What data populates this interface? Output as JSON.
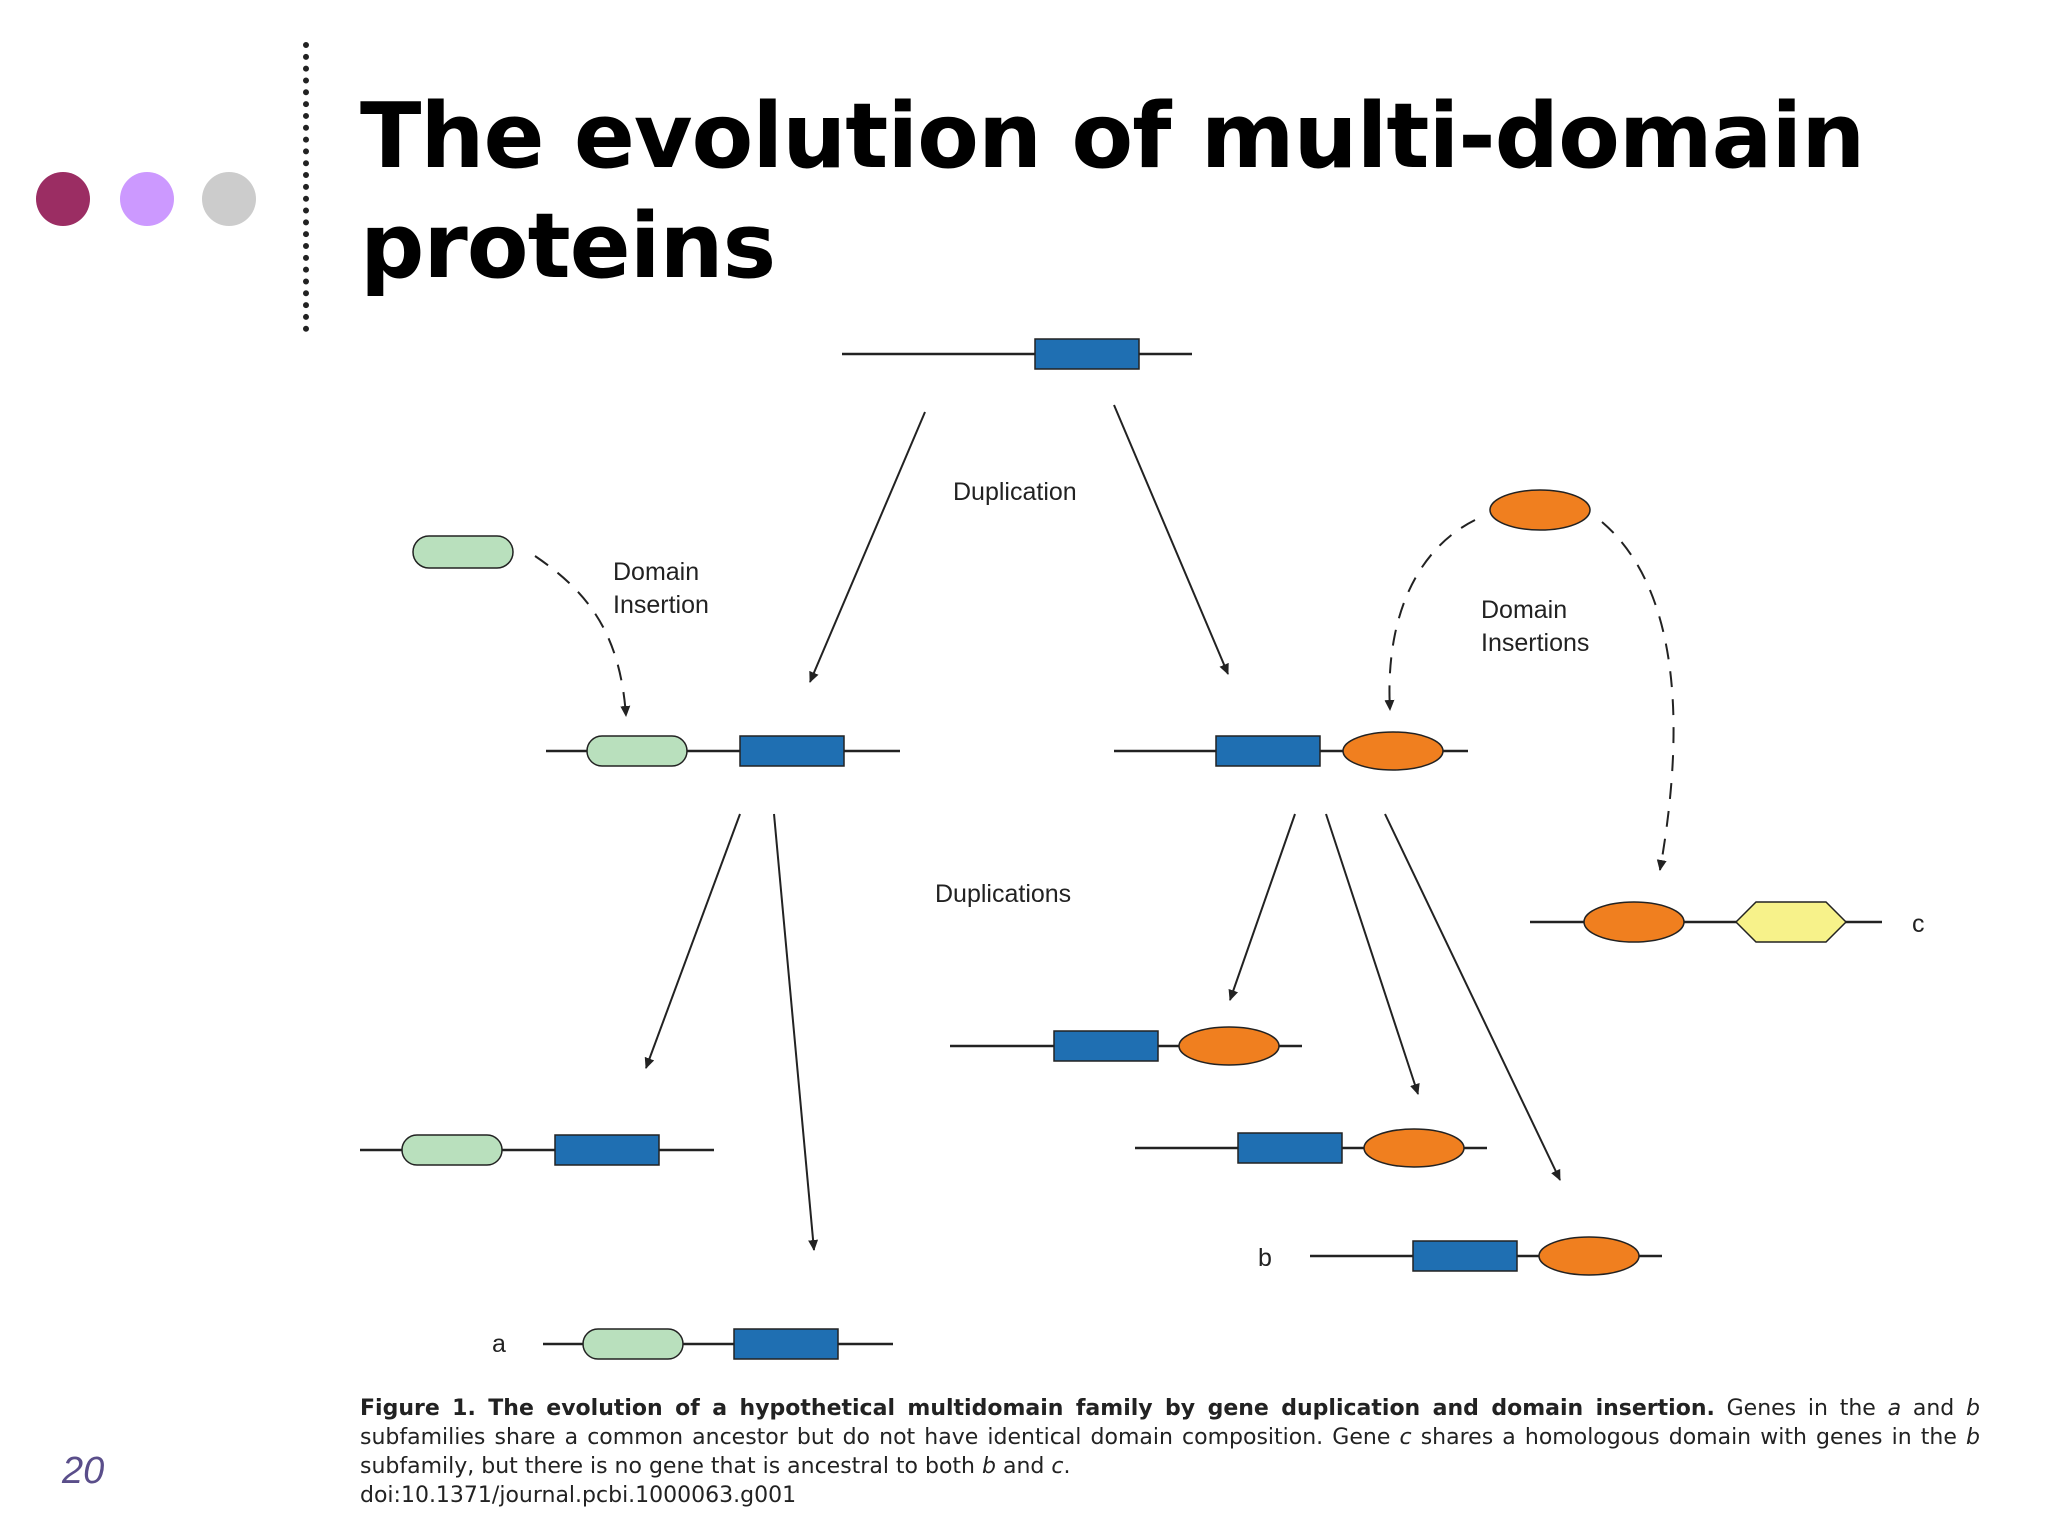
{
  "slide": {
    "title": "The evolution of multi-domain proteins",
    "page_number": "20",
    "bullet_colors": [
      "#9b2d63",
      "#cc99ff",
      "#cccccc"
    ]
  },
  "diagram": {
    "labels": {
      "duplication": "Duplication",
      "domain_insertion_line1": "Domain",
      "domain_insertion_line2": "Insertion",
      "domain_insertions_line1": "Domain",
      "domain_insertions_line2": "Insertions",
      "duplications": "Duplications",
      "gene_a": "a",
      "gene_b": "b",
      "gene_c": "c"
    },
    "colors": {
      "blue_domain": "#1f6fb2",
      "green_domain": "#b9e0bd",
      "orange_domain": "#f07f1f",
      "yellow_domain": "#f7f28a"
    }
  },
  "caption": {
    "heading": "Figure 1. The evolution of a hypothetical multidomain family by gene duplication and domain insertion.",
    "body_part1": " Genes in the ",
    "italic_a": "a",
    "body_part2": " and ",
    "italic_b": "b",
    "body_part3": " subfamilies share a common ancestor but do not have identical domain composition. Gene ",
    "italic_c": "c",
    "body_part4": " shares a homologous domain with genes in the ",
    "italic_b2": "b",
    "body_part5": " subfamily, but there is no gene that is ancestral to both ",
    "italic_b3": "b",
    "body_part6": " and ",
    "italic_c2": "c",
    "body_part7": ".",
    "doi": "doi:10.1371/journal.pcbi.1000063.g001"
  }
}
